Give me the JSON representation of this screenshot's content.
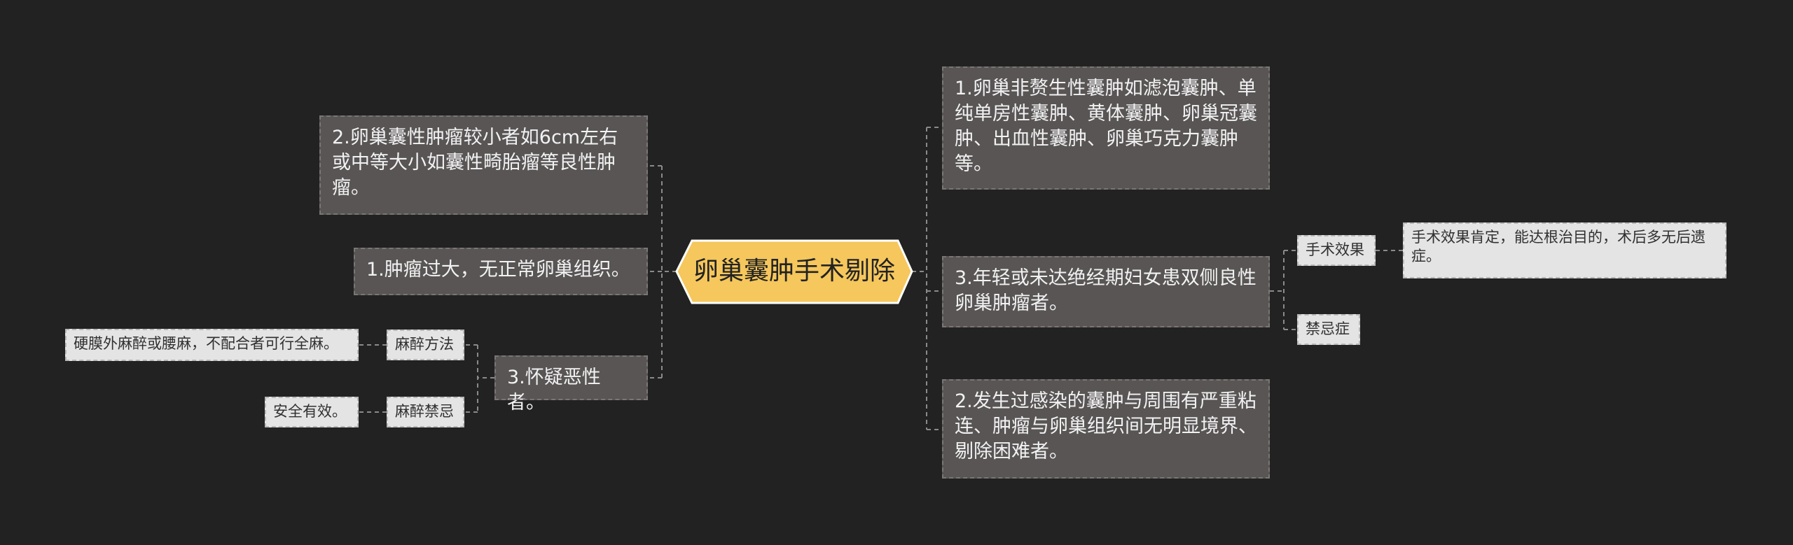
{
  "root": {
    "label": "卵巢囊肿手术剔除",
    "fill": "#f5c75c"
  },
  "right_branches": [
    {
      "label": "1.卵巢非赘生性囊肿如滤泡囊肿、单纯单房性囊肿、黄体囊肿、卵巢冠囊肿、出血性囊肿、卵巢巧克力囊肿等。"
    },
    {
      "label": "3.年轻或未达绝经期妇女患双侧良性卵巢肿瘤者。",
      "children": [
        {
          "label": "手术效果",
          "detail": "手术效果肯定，能达根治目的，术后多无后遗症。"
        },
        {
          "label": "禁忌症"
        }
      ]
    },
    {
      "label": "2.发生过感染的囊肿与周围有严重粘连、肿瘤与卵巢组织间无明显境界、剔除困难者。"
    }
  ],
  "left_branches": [
    {
      "label": "2.卵巢囊性肿瘤较小者如6cm左右或中等大小如囊性畸胎瘤等良性肿瘤。"
    },
    {
      "label": "1.肿瘤过大，无正常卵巢组织。"
    },
    {
      "label": "3.怀疑恶性者。",
      "children": [
        {
          "label": "麻醉方法",
          "detail": "硬膜外麻醉或腰麻，不配合者可行全麻。"
        },
        {
          "label": "麻醉禁忌",
          "detail": "安全有效。"
        }
      ]
    }
  ],
  "colors": {
    "background": "#222222",
    "node_fill": "#595555",
    "leaf_fill": "#e4e4e4",
    "connector": "#8a8a8a"
  }
}
